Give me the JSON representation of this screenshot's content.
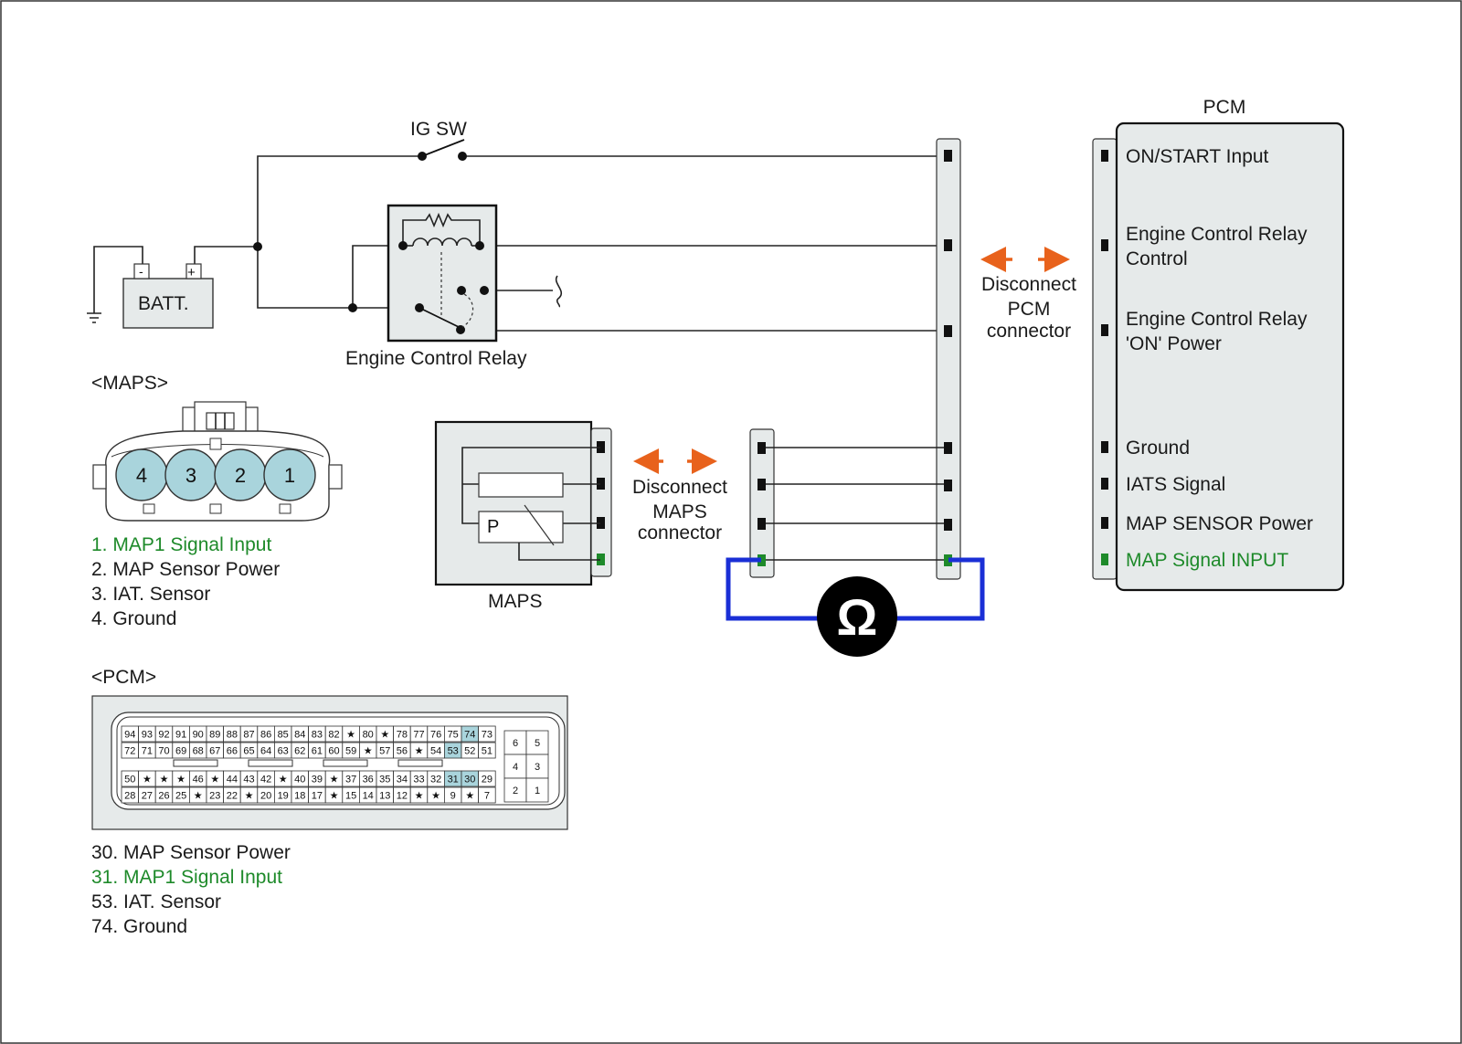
{
  "ig_sw_label": "IG SW",
  "batt_label": "BATT.",
  "batt_minus": "-",
  "batt_plus": "+",
  "relay_label": "Engine Control Relay",
  "maps_label": "MAPS",
  "maps_p": "P",
  "disconnect_pcm": [
    "Disconnect",
    "PCM",
    "connector"
  ],
  "disconnect_maps": [
    "Disconnect",
    "MAPS",
    "connector"
  ],
  "pcm_title": "PCM",
  "pcm_pins": [
    {
      "label": [
        "ON/START Input"
      ],
      "green": false
    },
    {
      "label": [
        "Engine Control Relay",
        "Control"
      ],
      "green": false
    },
    {
      "label": [
        "Engine Control Relay",
        "'ON' Power"
      ],
      "green": false
    },
    {
      "label": [
        "Ground"
      ],
      "green": false
    },
    {
      "label": [
        "IATS Signal"
      ],
      "green": false
    },
    {
      "label": [
        "MAP SENSOR Power"
      ],
      "green": false
    },
    {
      "label": [
        "MAP Signal  INPUT"
      ],
      "green": true
    }
  ],
  "ohm_symbol": "Ω",
  "maps_connector_title": "<MAPS>",
  "maps_connector_pins": [
    "4",
    "3",
    "2",
    "1"
  ],
  "maps_legend": [
    {
      "text": "1. MAP1 Signal Input",
      "green": true
    },
    {
      "text": "2. MAP Sensor Power",
      "green": false
    },
    {
      "text": "3. IAT. Sensor",
      "green": false
    },
    {
      "text": "4. Ground",
      "green": false
    }
  ],
  "pcm_connector_title": "<PCM>",
  "pcm_connector_rows": [
    [
      "94",
      "93",
      "92",
      "91",
      "90",
      "89",
      "88",
      "87",
      "86",
      "85",
      "84",
      "83",
      "82",
      "★",
      "80",
      "★",
      "78",
      "77",
      "76",
      "75",
      "74",
      "73"
    ],
    [
      "72",
      "71",
      "70",
      "69",
      "68",
      "67",
      "66",
      "65",
      "64",
      "63",
      "62",
      "61",
      "60",
      "59",
      "★",
      "57",
      "56",
      "★",
      "54",
      "53",
      "52",
      "51"
    ],
    [
      "50",
      "★",
      "★",
      "★",
      "46",
      "★",
      "44",
      "43",
      "42",
      "★",
      "40",
      "39",
      "★",
      "37",
      "36",
      "35",
      "34",
      "33",
      "32",
      "31",
      "30",
      "29"
    ],
    [
      "28",
      "27",
      "26",
      "25",
      "★",
      "23",
      "22",
      "★",
      "20",
      "19",
      "18",
      "17",
      "★",
      "15",
      "14",
      "13",
      "12",
      "★",
      "★",
      "9",
      "★",
      "7"
    ]
  ],
  "pcm_connector_highlight": [
    "74",
    "53",
    "31",
    "30"
  ],
  "pcm_connector_small": [
    [
      "6",
      "5"
    ],
    [
      "4",
      "3"
    ],
    [
      "2",
      "1"
    ]
  ],
  "pcm_legend": [
    {
      "text": "30. MAP Sensor Power",
      "green": false
    },
    {
      "text": "31. MAP1 Signal Input",
      "green": true
    },
    {
      "text": "53. IAT. Sensor",
      "green": false
    },
    {
      "text": "74. Ground",
      "green": false
    }
  ],
  "colors": {
    "accent_orange": "#e8621c",
    "probe_blue": "#1a2fd6",
    "signal_green": "#1e8a2a",
    "panel_fill": "#e6eaea",
    "pin_highlight": "#a9d4dc"
  }
}
